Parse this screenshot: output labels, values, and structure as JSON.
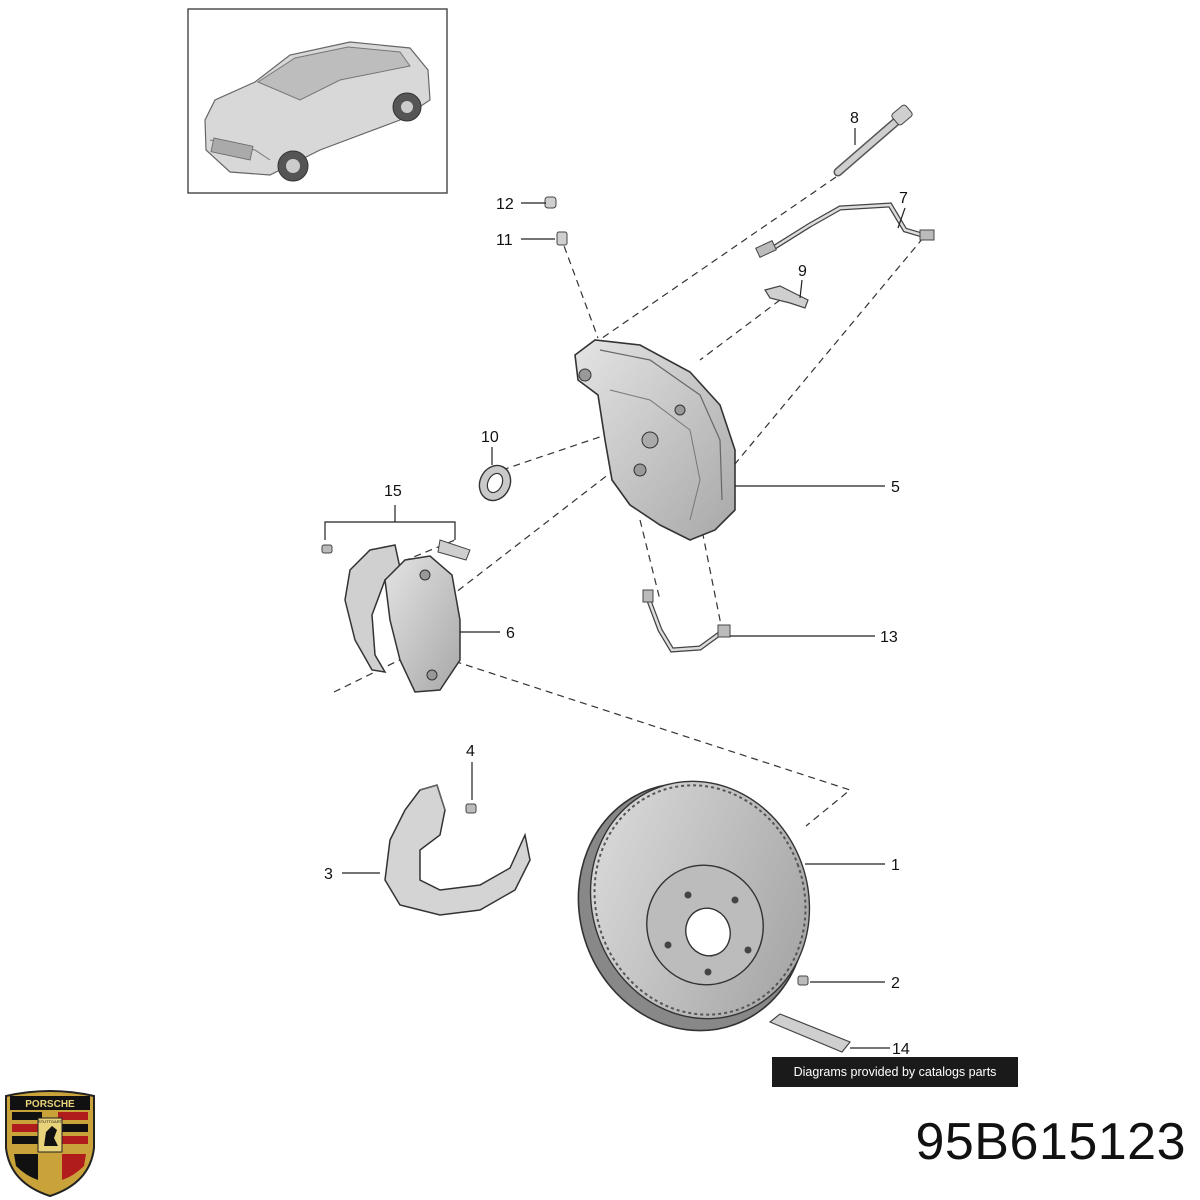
{
  "callouts": {
    "c1": "1",
    "c2": "2",
    "c3": "3",
    "c4": "4",
    "c5": "5",
    "c6": "6",
    "c7": "7",
    "c8": "8",
    "c9": "9",
    "c10": "10",
    "c11": "11",
    "c12": "12",
    "c13": "13",
    "c14": "14",
    "c15": "15"
  },
  "watermark": "Diagrams provided by catalogs parts",
  "part_number": "95B615123",
  "logo": {
    "wordmark": "PORSCHE",
    "city": "STUTTGART",
    "icon": "porsche-crest-icon"
  },
  "colors": {
    "part_fill": "#d2d2d2",
    "part_dark": "#9a9a9a",
    "line": "#222222",
    "badge_bg": "#1a1a1a"
  }
}
